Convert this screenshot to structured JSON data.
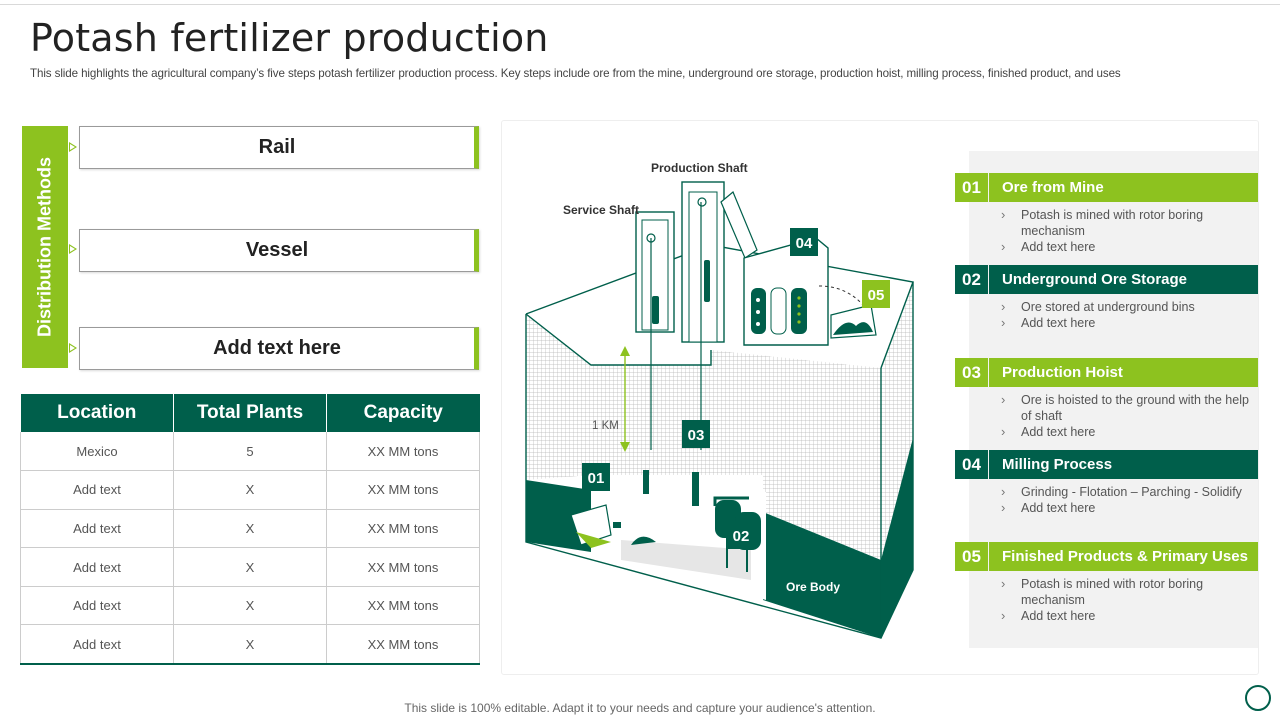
{
  "title": "Potash fertilizer production",
  "subtitle": "This slide highlights the agricultural company’s five steps potash fertilizer production process. Key steps include ore from the mine, underground ore storage, production hoist, milling process, finished product, and uses",
  "colors": {
    "green": "#8dc21f",
    "dark_green": "#005f4b"
  },
  "distribution": {
    "label": "Distribution Methods",
    "items": [
      "Rail",
      "Vessel",
      "Add text here"
    ]
  },
  "table": {
    "headers": [
      "Location",
      "Total Plants",
      "Capacity"
    ],
    "rows": [
      [
        "Mexico",
        "5",
        "XX  MM tons"
      ],
      [
        "Add text",
        "X",
        "XX  MM tons"
      ],
      [
        "Add text",
        "X",
        "XX  MM tons"
      ],
      [
        "Add text",
        "X",
        "XX  MM tons"
      ],
      [
        "Add text",
        "X",
        "XX  MM tons"
      ],
      [
        "Add text",
        "X",
        "XX  MM tons"
      ]
    ]
  },
  "illustration": {
    "production_shaft": "Production Shaft",
    "service_shaft": "Service Shaft",
    "depth": "1 KM",
    "ore_body": "Ore Body",
    "markers": [
      "01",
      "02",
      "03",
      "04",
      "05"
    ]
  },
  "steps": [
    {
      "num": "01",
      "title": "Ore from Mine",
      "bullets": [
        "Potash is mined with rotor boring mechanism",
        "Add text here"
      ]
    },
    {
      "num": "02",
      "title": "Underground Ore Storage",
      "bullets": [
        "Ore stored at underground  bins",
        "Add text here"
      ]
    },
    {
      "num": "03",
      "title": "Production Hoist",
      "bullets": [
        "Ore is hoisted to the ground with the help of shaft",
        "Add text here"
      ]
    },
    {
      "num": "04",
      "title": "Milling Process",
      "bullets": [
        "Grinding  - Flotation – Parching - Solidify",
        "Add text here"
      ]
    },
    {
      "num": "05",
      "title": "Finished Products & Primary Uses",
      "bullets": [
        "Potash is mined with rotor boring mechanism",
        "Add text here"
      ]
    }
  ],
  "footer": "This slide is 100% editable. Adapt it to your needs and capture your audience's attention."
}
